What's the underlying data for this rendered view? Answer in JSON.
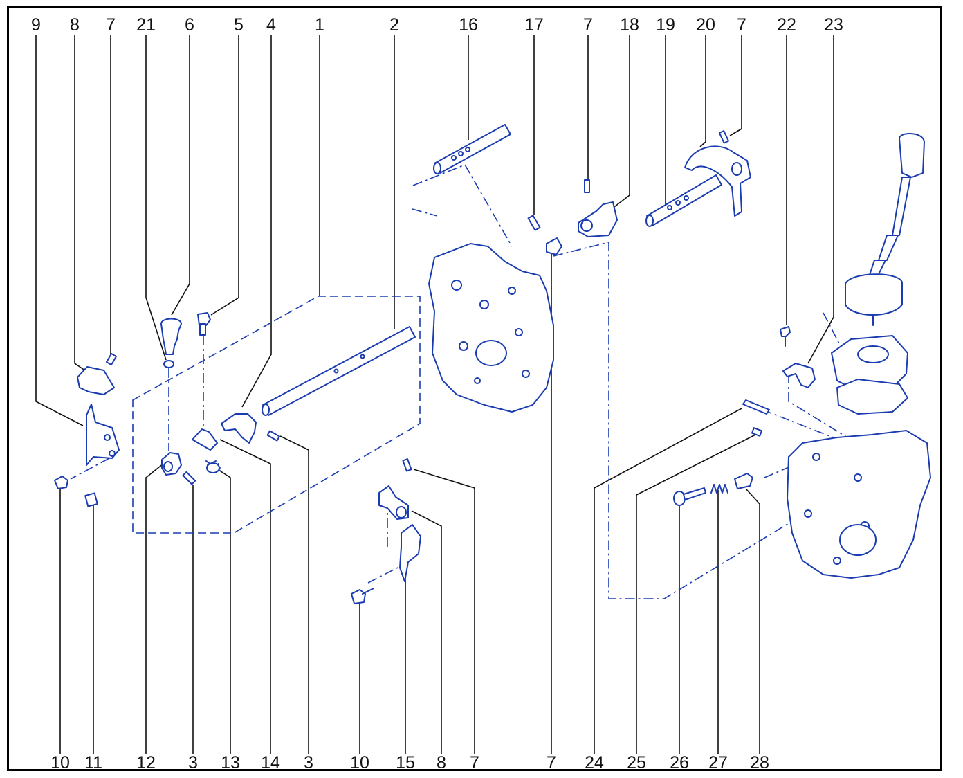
{
  "top_labels": [
    "9",
    "8",
    "7",
    "21",
    "6",
    "5",
    "4",
    "1",
    "2",
    "16",
    "17",
    "7",
    "18",
    "19",
    "20",
    "7",
    "22",
    "23"
  ],
  "bottom_labels": [
    "10",
    "11",
    "12",
    "3",
    "13",
    "14",
    "3",
    "10",
    "15",
    "8",
    "7",
    "7",
    "24",
    "25",
    "26",
    "27",
    "28"
  ],
  "colors": {
    "line_art": "#1a3cb0",
    "leaders": "#111111",
    "frame": "#000000"
  }
}
